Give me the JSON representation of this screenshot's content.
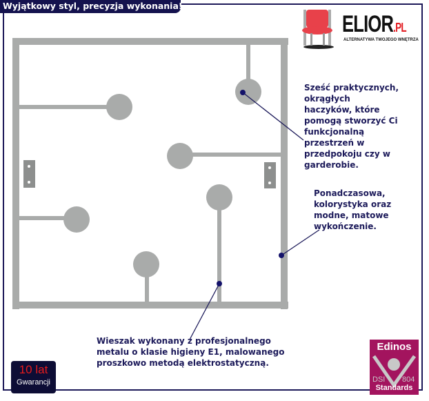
{
  "header": {
    "title": "Wyjątkowy styl, precyzja wykonania!"
  },
  "logo": {
    "name": "ELIOR",
    "suffix": ".PL",
    "tagline": "ALTERNATYWA TWOJEGO WNĘTRZA"
  },
  "callouts": [
    {
      "text": "Sześć praktycznych, okrągłych haczyków, które pomogą stworzyć Ci funkcjonalną przestrzeń w przedpokoju czy w garderobie."
    },
    {
      "text": "Ponadczasowa, kolorystyka oraz modne, matowe wykończenie."
    },
    {
      "text": "Wieszak wykonany z profesjonalnego metalu o klasie higieny E1, malowanego proszkowo metodą elektrostatyczną."
    }
  ],
  "warranty": {
    "years": "10 lat",
    "label": "Gwarancji"
  },
  "badge": {
    "brand": "Edinos",
    "left": "DSI",
    "right": "804",
    "bottom": "Standards"
  },
  "colors": {
    "accent": "#14124e",
    "metal": "#a9abaa",
    "brand_red": "#e31e24",
    "badge": "#a3145e"
  }
}
